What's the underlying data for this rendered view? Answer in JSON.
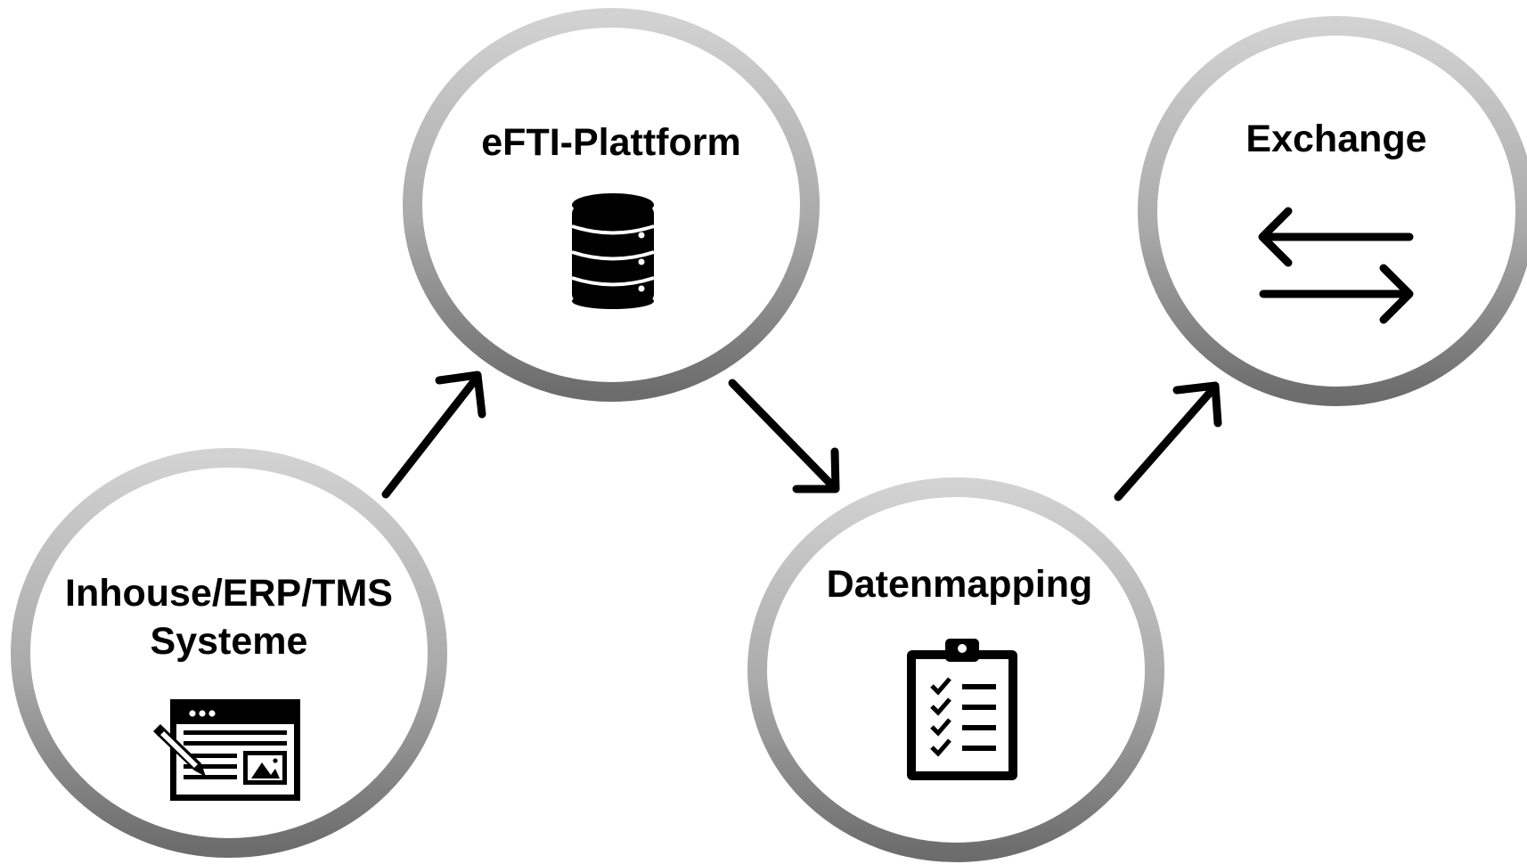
{
  "nodes": {
    "inhouse": {
      "label_line1": "Inhouse/ERP/TMS",
      "label_line2": "Systeme",
      "icon": "browser-edit-icon"
    },
    "platform": {
      "label": "eFTI-Plattform",
      "icon": "database-icon"
    },
    "mapping": {
      "label": "Datenmapping",
      "icon": "clipboard-checklist-icon"
    },
    "exchange": {
      "label": "Exchange",
      "icon": "exchange-arrows-icon"
    }
  },
  "colors": {
    "ring_light": "#cfcfcf",
    "ring_dark": "#6e6e6e",
    "stroke": "#000000",
    "background": "#ffffff"
  },
  "edges": [
    {
      "from": "inhouse",
      "to": "platform"
    },
    {
      "from": "platform",
      "to": "mapping"
    },
    {
      "from": "mapping",
      "to": "exchange"
    }
  ]
}
